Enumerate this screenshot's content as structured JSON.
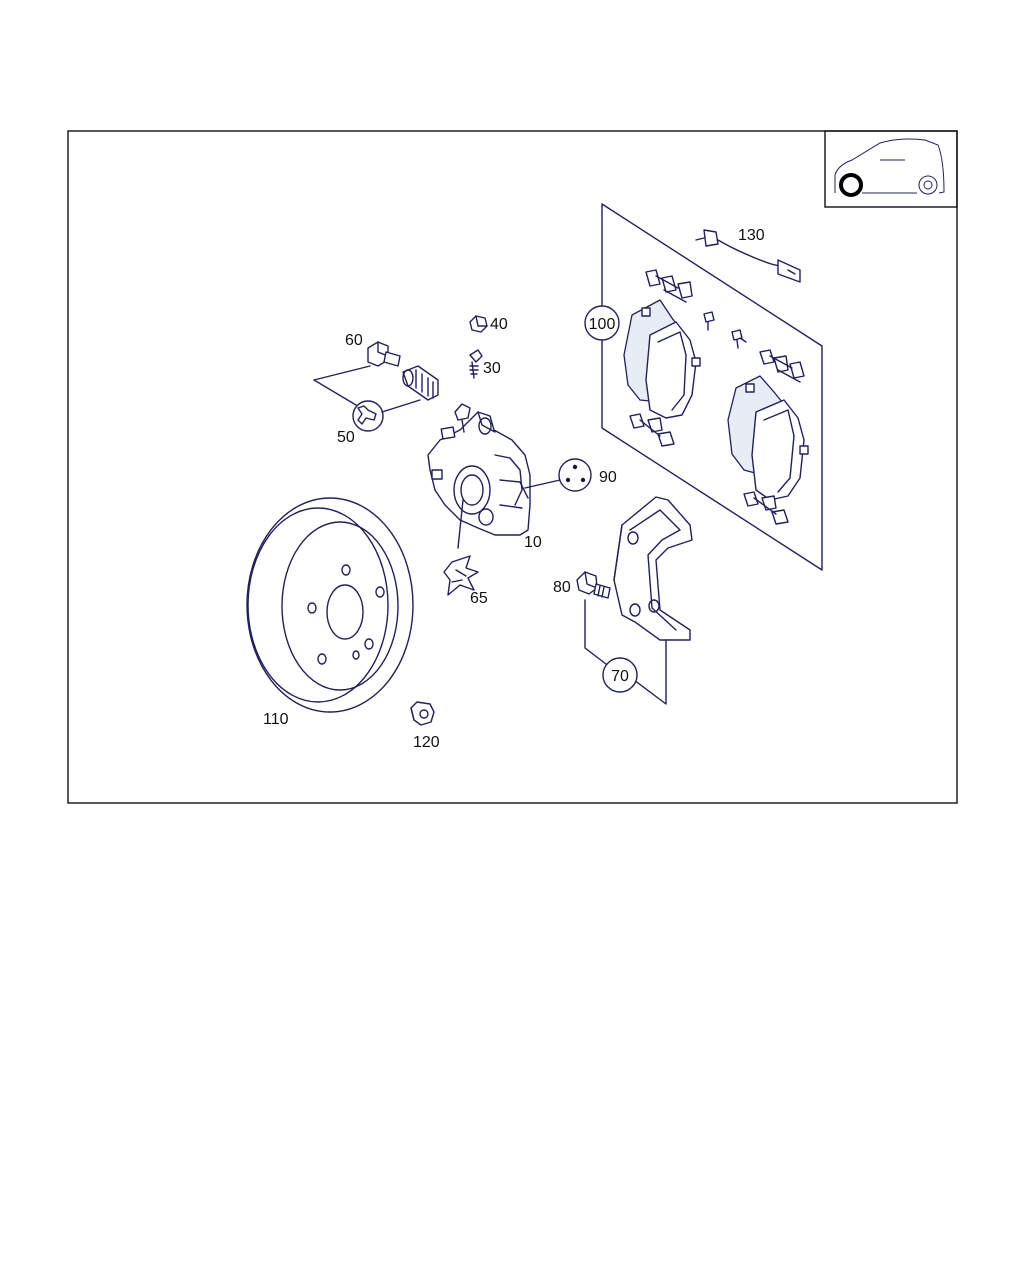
{
  "diagram": {
    "colors": {
      "line": "#202060",
      "frame": "#111111",
      "fill": "#ffffff"
    },
    "icons": [
      "car-rear-wheel-icon"
    ],
    "labels": {
      "p10": "10",
      "p30": "30",
      "p40": "40",
      "p50": "50",
      "p60": "60",
      "p65": "65",
      "p70": "70",
      "p80": "80",
      "p90": "90",
      "p100": "100",
      "p110": "110",
      "p120": "120",
      "p130": "130"
    }
  }
}
